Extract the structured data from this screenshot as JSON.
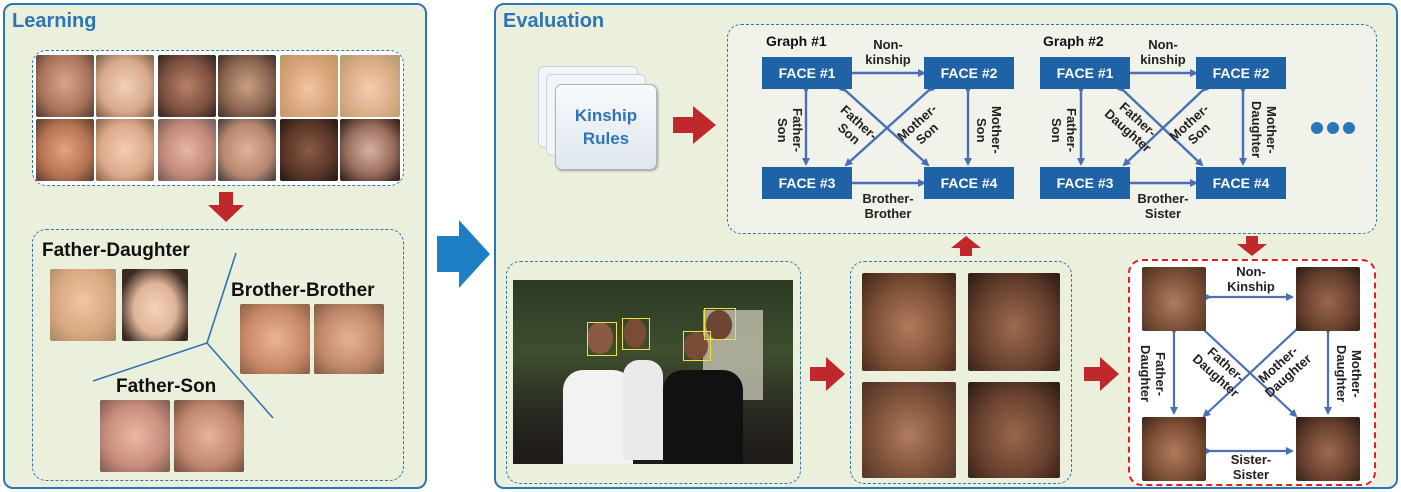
{
  "learning": {
    "title": "Learning",
    "relations": {
      "father_daughter": "Father-Daughter",
      "brother_brother": "Brother-Brother",
      "father_son": "Father-Son"
    }
  },
  "evaluation": {
    "title": "Evaluation",
    "rules_label_line1": "Kinship",
    "rules_label_line2": "Rules",
    "graph1": {
      "title": "Graph #1",
      "faces": [
        "FACE #1",
        "FACE #2",
        "FACE #3",
        "FACE #4"
      ],
      "top": [
        "Non-",
        "kinship"
      ],
      "bottom": [
        "Brother-",
        "Brother"
      ],
      "left": [
        "Father-",
        "Son"
      ],
      "right": [
        "Mother-",
        "Son"
      ],
      "diag1": [
        "Father-",
        "Son"
      ],
      "diag2": [
        "Mother-",
        "Son"
      ]
    },
    "graph2": {
      "title": "Graph #2",
      "faces": [
        "FACE #1",
        "FACE #2",
        "FACE #3",
        "FACE #4"
      ],
      "top": [
        "Non-",
        "kinship"
      ],
      "bottom": [
        "Brother-",
        "Sister"
      ],
      "left": [
        "Father-",
        "Son"
      ],
      "right": [
        "Mother-",
        "Daughter"
      ],
      "diag1": [
        "Father-",
        "Daughter"
      ],
      "diag2": [
        "Mother-",
        "Son"
      ]
    },
    "result": {
      "top": [
        "Non-",
        "Kinship"
      ],
      "bottom": [
        "Sister-",
        "Sister"
      ],
      "left": [
        "Father-",
        "Daughter"
      ],
      "right": [
        "Mother-",
        "Daughter"
      ],
      "diag1": [
        "Father-",
        "Daughter"
      ],
      "diag2": [
        "Mother-",
        "Daughter"
      ]
    }
  },
  "colors": {
    "panel_bg": "#ebf0dc",
    "accent_blue": "#2e75b6",
    "face_box": "#1f63a6",
    "arrow_red": "#c0282c",
    "edge_blue": "#4a6fb5"
  }
}
